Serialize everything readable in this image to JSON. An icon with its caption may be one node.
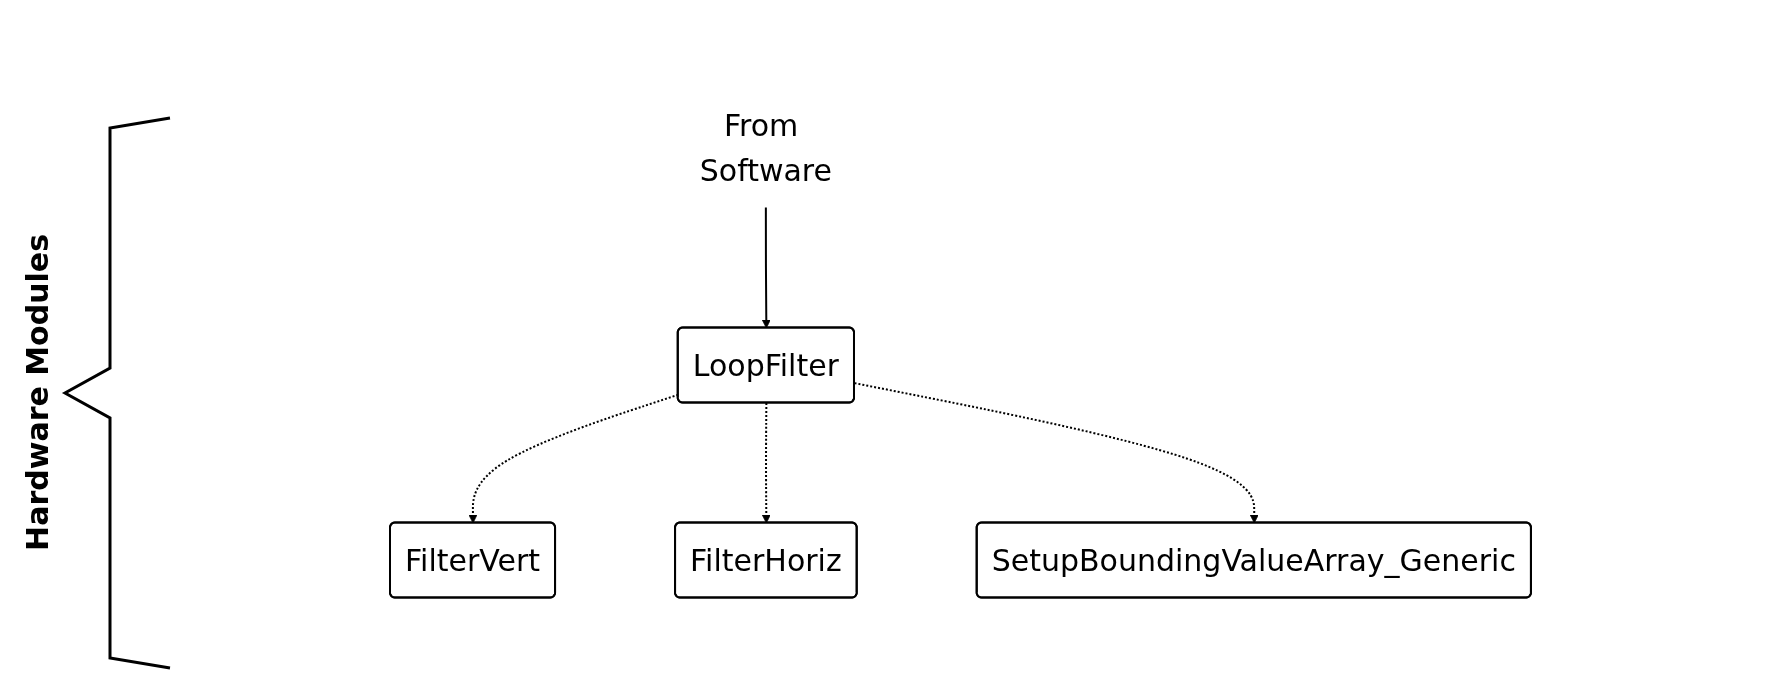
{
  "diagram": {
    "nodes": [
      {
        "text": [
          "From Software"
        ]
      },
      {
        "text": [
          "LoopFilter"
        ]
      },
      {
        "text": [
          "FilterVert"
        ]
      },
      {
        "text": [
          "FilterHoriz"
        ]
      },
      {
        "text": [
          "SetupBoundingValueArray_Generic"
        ]
      }
    ],
    "edges": [
      {
        "from": 0,
        "to": 1,
        "arrow": "to"
      },
      {
        "from": 1,
        "to": 2,
        "arrow": "to",
        "style": "dashed"
      },
      {
        "from": 1,
        "to": 3,
        "arrow": "to",
        "style": "dashed"
      },
      {
        "from": 1,
        "to": 4,
        "arrow": "to",
        "style": "dashed"
      }
    ],
    "labels": [
      "Hardware Modules"
    ]
  }
}
